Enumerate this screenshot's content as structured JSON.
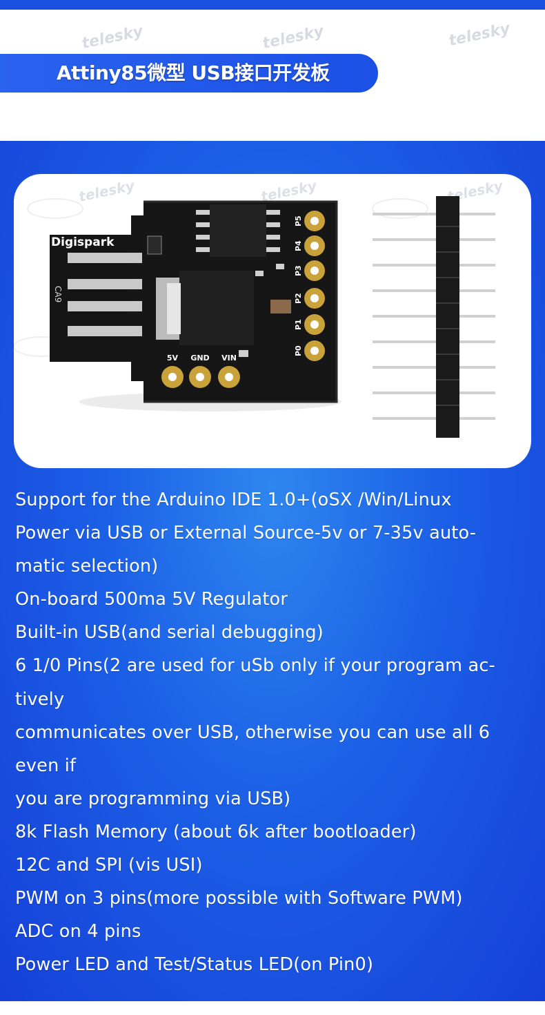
{
  "title": "Attiny85微型 USB接口开发板",
  "watermark": "telesky",
  "board": {
    "brand_label": "Digispark",
    "pin_labels": [
      "P5",
      "P4",
      "P3",
      "P2",
      "P1",
      "P0"
    ],
    "power_labels": [
      "5V",
      "GND",
      "VIN"
    ]
  },
  "specs": [
    "Support for the Arduino IDE 1.0+(oSX /Win/Linux",
    "Power via USB or External Source-5v or 7-35v auto-",
    "matic selection)",
    "On-board 500ma 5V Regulator",
    "Built-in USB(and serial debugging)",
    "6 1/0 Pins(2 are used for uSb only if your program ac-",
    "tively",
    "communicates over USB, otherwise you can use all 6",
    "even if",
    "you are programming via USB)",
    "8k Flash Memory (about 6k after bootloader)",
    "12C and SPI (vis USI)",
    "PWM on 3 pins(more possible with Software PWM)",
    "ADC on 4 pins",
    "Power LED and Test/Status LED(on Pin0)"
  ],
  "colors": {
    "brand_blue": "#1a4fe0",
    "panel_light": "#2f86ef",
    "board_black": "#141414",
    "pad_gold": "#c9a23a"
  }
}
